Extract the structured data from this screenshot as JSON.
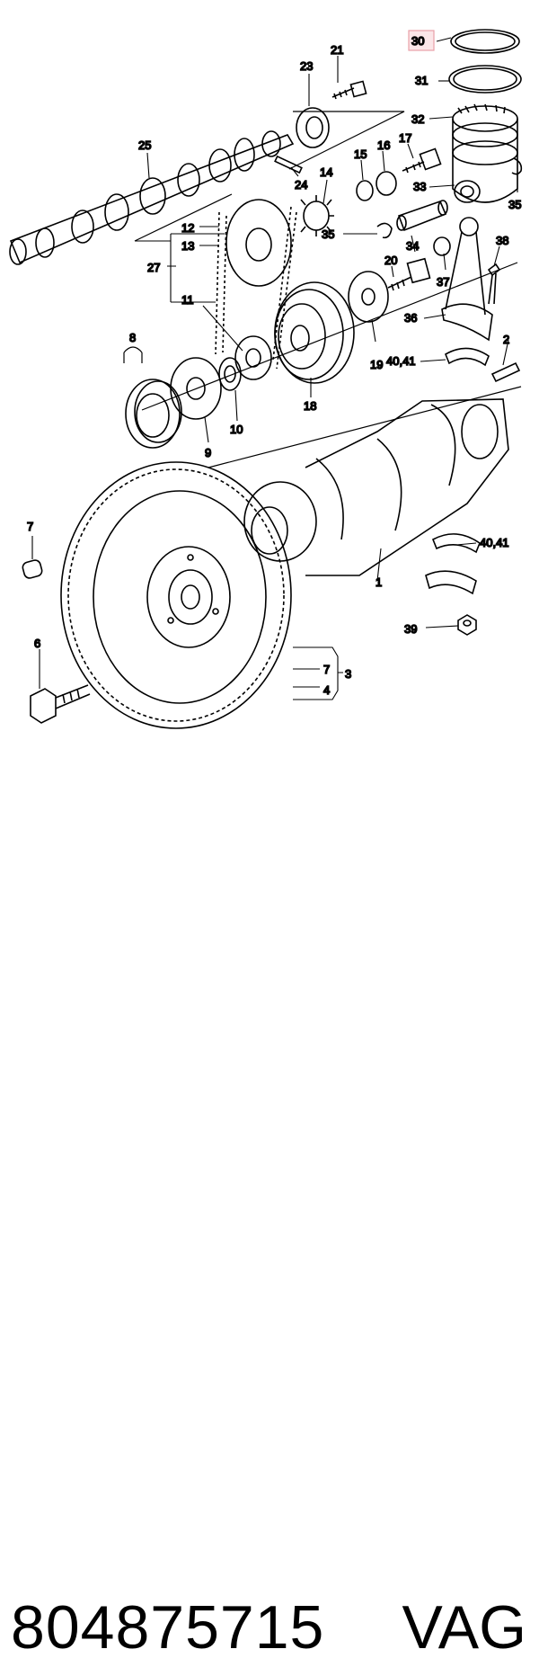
{
  "diagram": {
    "labels": {
      "l30": "30",
      "l31": "31",
      "l32": "32",
      "l33": "33",
      "l35a": "35",
      "l21": "21",
      "l23": "23",
      "l25": "25",
      "l24": "24",
      "l14": "14",
      "l15": "15",
      "l16": "16",
      "l17": "17",
      "l12": "12",
      "l13": "13",
      "l27": "27",
      "l11": "11",
      "l35b": "35",
      "l34": "34",
      "l38": "38",
      "l20": "20",
      "l37": "37",
      "l36": "36",
      "l8": "8",
      "l19": "19",
      "l4041a": "40,41",
      "l2": "2",
      "l10": "10",
      "l9": "9",
      "l18": "18",
      "l7a": "7",
      "l4041b": "40,41",
      "l1": "1",
      "l6": "6",
      "l39": "39",
      "l7b": "7",
      "l3": "3",
      "l4": "4"
    },
    "highlight_color": "#e8a0a8"
  },
  "footer": {
    "part_number": "804875715",
    "manufacturer": "VAG"
  }
}
